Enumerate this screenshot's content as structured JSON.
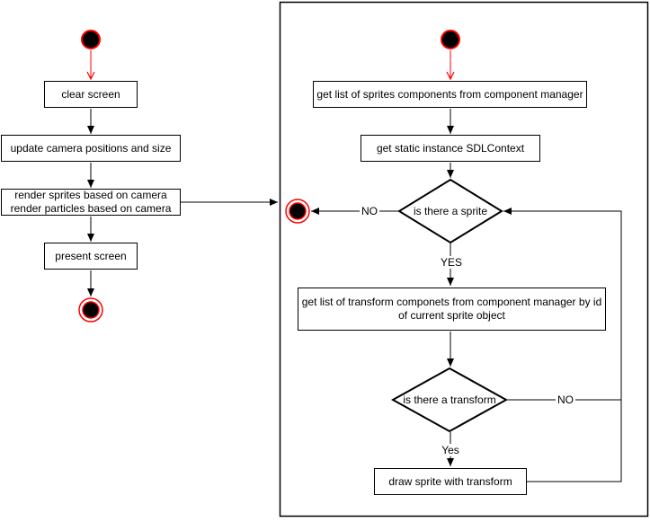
{
  "colors": {
    "line": "#000000",
    "accent_red": "#FF0000",
    "node_fill": "#000000",
    "background": "#FFFFFF"
  },
  "left_flow": {
    "clear_screen": "clear screen",
    "update_camera": "update camera positions and size",
    "render": "render sprites based on camera\nrender particles based on camera",
    "present_screen": "present screen"
  },
  "right_flow": {
    "get_sprites": "get list of sprites components from component manager",
    "get_sdl_context": "get static instance SDLContext",
    "sprite_decision": "is there a sprite",
    "sprite_no_label": "NO",
    "sprite_yes_label": "YES",
    "get_transforms": "get list of transform componets from component manager by id\nof current sprite object",
    "transform_decision": "is there a transform",
    "transform_no_label": "NO",
    "transform_yes_label": "Yes",
    "draw_sprite": "draw sprite with transform"
  }
}
